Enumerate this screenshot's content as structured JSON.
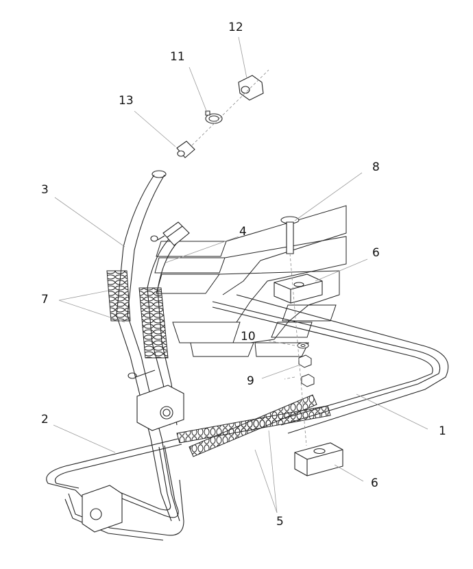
{
  "diagram": {
    "callouts": [
      {
        "id": "c1",
        "label": "1"
      },
      {
        "id": "c2",
        "label": "2"
      },
      {
        "id": "c3",
        "label": "3"
      },
      {
        "id": "c4",
        "label": "4"
      },
      {
        "id": "c5",
        "label": "5"
      },
      {
        "id": "c6a",
        "label": "6"
      },
      {
        "id": "c6b",
        "label": "6"
      },
      {
        "id": "c7",
        "label": "7"
      },
      {
        "id": "c8",
        "label": "8"
      },
      {
        "id": "c9",
        "label": "9"
      },
      {
        "id": "c10",
        "label": "10"
      },
      {
        "id": "c11",
        "label": "11"
      },
      {
        "id": "c12",
        "label": "12"
      },
      {
        "id": "c13",
        "label": "13"
      }
    ],
    "colors": {
      "line": "#222222",
      "leader": "#888888",
      "background": "#ffffff"
    }
  }
}
